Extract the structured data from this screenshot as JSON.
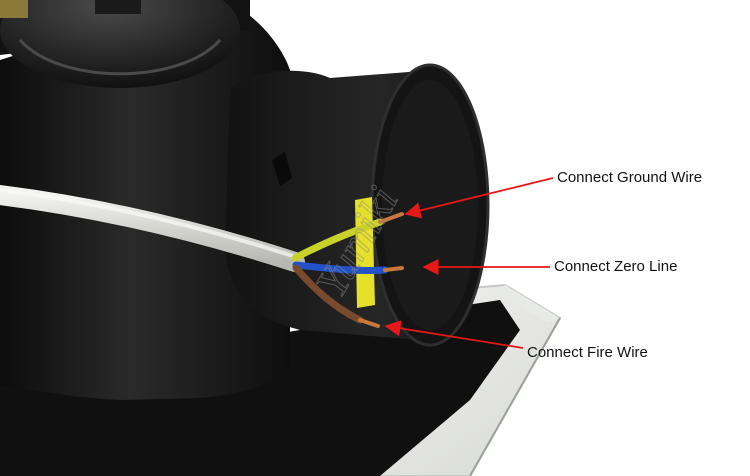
{
  "labels": {
    "ground": "Connect Ground Wire",
    "zero": "Connect Zero Line",
    "fire": "Connect Fire Wire"
  },
  "watermark": "Yumiki",
  "colors": {
    "arrow": "#e81818",
    "housing": "#141414",
    "cable": "#dcdcd6",
    "ground_wire": "#c8d22a",
    "zero_wire": "#2352c8",
    "fire_wire": "#7a4a2c",
    "copper": "#c8783c"
  }
}
